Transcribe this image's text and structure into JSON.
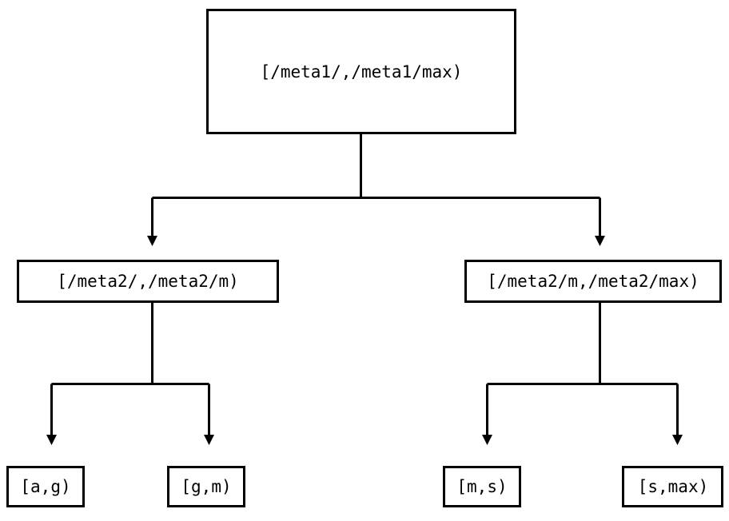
{
  "diagram": {
    "type": "tree",
    "title": "",
    "background_color": "#ffffff",
    "line_color": "#000000",
    "box_fill": "#ffffff",
    "nodes": {
      "root": {
        "label": "[/meta1/,/meta1/max)",
        "level": 0
      },
      "mid_left": {
        "label": "[/meta2/,/meta2/m)",
        "level": 1
      },
      "mid_right": {
        "label": "[/meta2/m,/meta2/max)",
        "level": 1
      },
      "leaf_1": {
        "label": "[a,g)",
        "level": 2
      },
      "leaf_2": {
        "label": "[g,m)",
        "level": 2
      },
      "leaf_3": {
        "label": "[m,s)",
        "level": 2
      },
      "leaf_4": {
        "label": "[s,max)",
        "level": 2
      }
    },
    "edges": [
      {
        "from": "root",
        "to": "mid_left",
        "arrow": "down-triangle"
      },
      {
        "from": "root",
        "to": "mid_right",
        "arrow": "down-triangle"
      },
      {
        "from": "mid_left",
        "to": "leaf_1",
        "arrow": "down-triangle"
      },
      {
        "from": "mid_left",
        "to": "leaf_2",
        "arrow": "down-triangle"
      },
      {
        "from": "mid_right",
        "to": "leaf_3",
        "arrow": "down-triangle"
      },
      {
        "from": "mid_right",
        "to": "leaf_4",
        "arrow": "down-triangle"
      }
    ]
  }
}
